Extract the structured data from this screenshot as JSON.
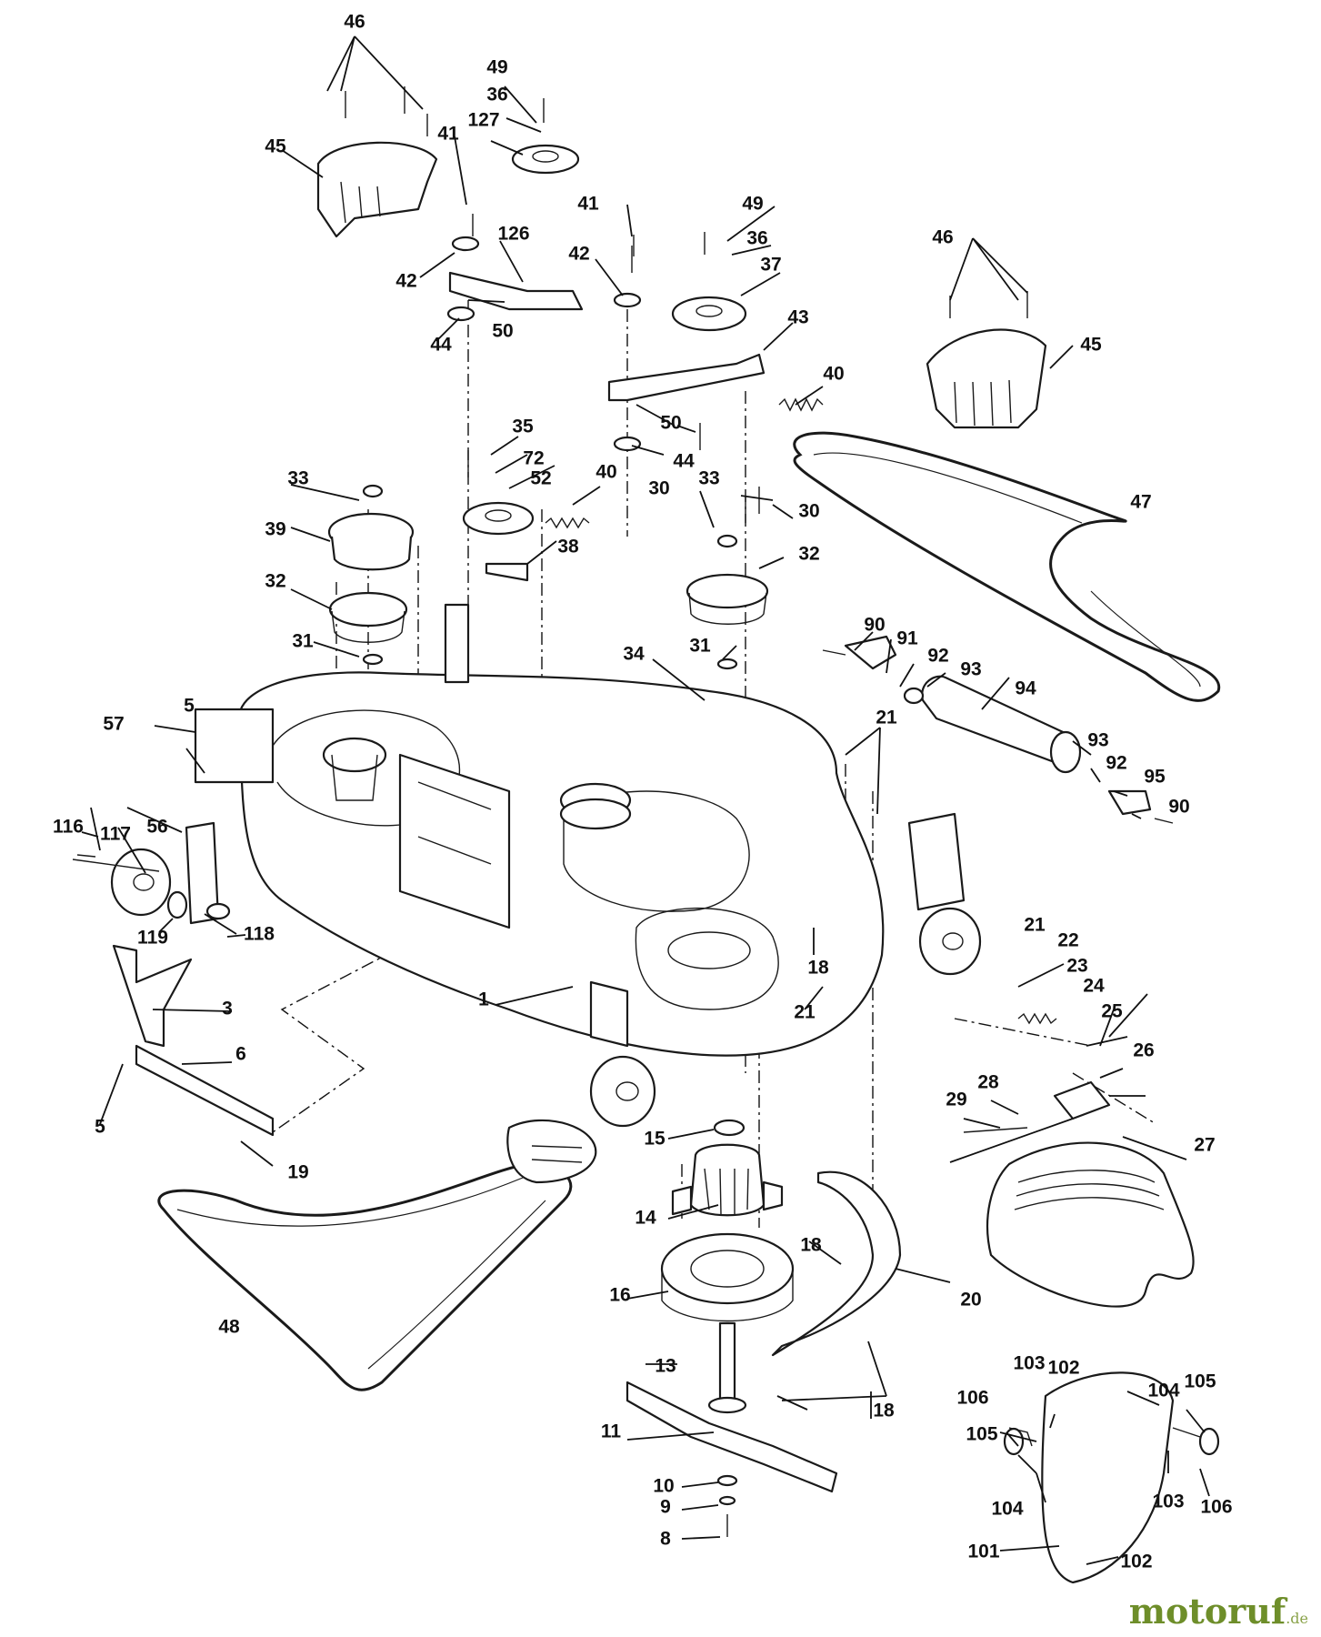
{
  "diagram": {
    "labels": [
      "1",
      "3",
      "5",
      "5",
      "6",
      "8",
      "9",
      "10",
      "11",
      "13",
      "14",
      "15",
      "16",
      "18",
      "18",
      "18",
      "19",
      "20",
      "21",
      "21",
      "21",
      "22",
      "23",
      "24",
      "25",
      "26",
      "27",
      "28",
      "29",
      "30",
      "30",
      "31",
      "31",
      "32",
      "32",
      "33",
      "33",
      "34",
      "35",
      "36",
      "36",
      "37",
      "38",
      "39",
      "40",
      "40",
      "41",
      "41",
      "42",
      "42",
      "43",
      "44",
      "44",
      "45",
      "45",
      "46",
      "46",
      "47",
      "48",
      "49",
      "49",
      "50",
      "50",
      "52",
      "56",
      "57",
      "72",
      "90",
      "90",
      "91",
      "92",
      "92",
      "93",
      "93",
      "94",
      "95",
      "101",
      "102",
      "102",
      "103",
      "103",
      "104",
      "104",
      "105",
      "105",
      "106",
      "106",
      "116",
      "117",
      "118",
      "119",
      "126",
      "127"
    ]
  },
  "watermark": {
    "brand": "motoruf",
    "suffix": ".de",
    "color": "#6e8e2a"
  }
}
